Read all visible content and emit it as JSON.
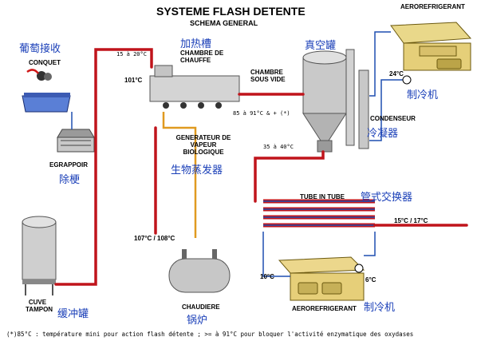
{
  "title": "SYSTEME FLASH DETENTE",
  "subtitle": "SCHEMA GENERAL",
  "labels": {
    "aerorefrigerant_top": "AEROREFRIGERANT",
    "conquet": "CONQUET",
    "conquet_zh": "葡萄接收",
    "chambre_chauffe_zh": "加热槽",
    "chambre_chauffe": "CHAMBRE DE CHAUFFE",
    "chambre_vide": "CHAMBRE SOUS VIDE",
    "vide_zh": "真空罐",
    "temp_15_20": "15 à 20°C",
    "temp_101": "101°C",
    "temp_85_91": "85 à 91°C & + (*)",
    "condenseur": "CONDENSEUR",
    "condenseur_zh": "冷凝器",
    "cooling_top_zh": "制冷机",
    "temp_24": "24°C",
    "egrappoir": "EGRAPPOIR",
    "egrappoir_zh": "除梗",
    "generateur": "GENERATEUR DE VAPEUR BIOLOGIQUE",
    "generateur_zh": "生物蒸发器",
    "temp_35_40": "35 à 40°C",
    "tube_in_tube": "TUBE IN TUBE",
    "tube_zh": "管式交换器",
    "temp_107_108": "107°C / 108°C",
    "temp_15_17": "15°C / 17°C",
    "temp_10": "10°C",
    "temp_6": "6°C",
    "aerorefrigerant_bottom": "AEROREFRIGERANT",
    "cooling_bottom_zh": "制冷机",
    "chaudiere": "CHAUDIERE",
    "chaudiere_zh": "锅炉",
    "cuve": "CUVE TAMPON",
    "cuve_zh": "缓冲罐"
  },
  "footnote": "(*)85°C : température mini pour action flash détente ; >= à 91°C pour bloquer l'activité enzymatique des oxydases",
  "colors": {
    "pipe_red": "#c0141b",
    "pipe_blue": "#1f4fb0",
    "equipment_gray": "#b9b9b9",
    "chinese_text": "#1a3fb8"
  }
}
